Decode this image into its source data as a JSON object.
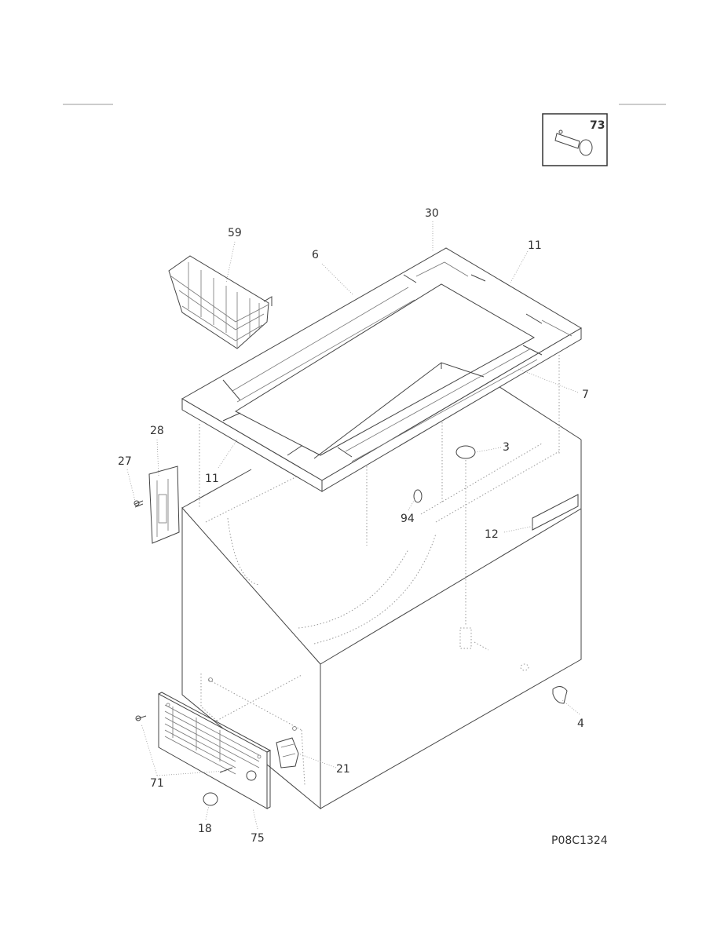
{
  "inset": {
    "part": "73"
  },
  "callouts": [
    {
      "id": "30",
      "text": "30"
    },
    {
      "id": "59",
      "text": "59"
    },
    {
      "id": "6",
      "text": "6"
    },
    {
      "id": "11a",
      "text": "11"
    },
    {
      "id": "7",
      "text": "7"
    },
    {
      "id": "28",
      "text": "28"
    },
    {
      "id": "27",
      "text": "27"
    },
    {
      "id": "11b",
      "text": "11"
    },
    {
      "id": "3",
      "text": "3"
    },
    {
      "id": "94",
      "text": "94"
    },
    {
      "id": "12",
      "text": "12"
    },
    {
      "id": "4",
      "text": "4"
    },
    {
      "id": "21",
      "text": "21"
    },
    {
      "id": "71",
      "text": "71"
    },
    {
      "id": "18",
      "text": "18"
    },
    {
      "id": "75",
      "text": "75"
    }
  ],
  "drawing_code": "P08C1324"
}
